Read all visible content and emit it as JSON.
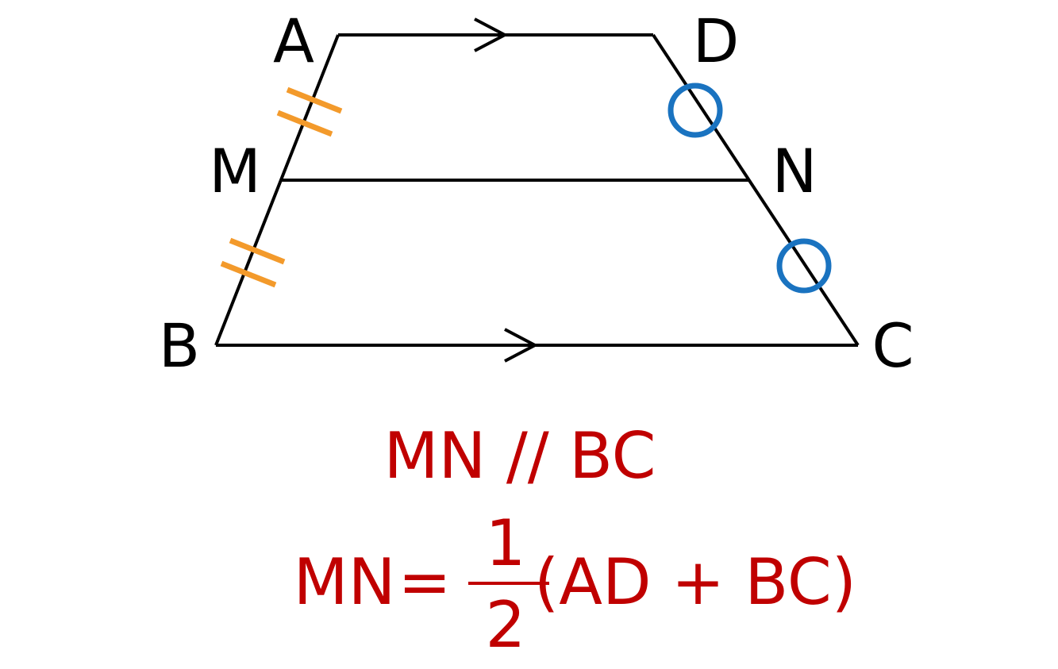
{
  "diagram": {
    "vertices": {
      "A": "A",
      "B": "B",
      "C": "C",
      "D": "D",
      "M": "M",
      "N": "N"
    },
    "formulas": {
      "parallel": "MN // BC",
      "length_lhs": "MN",
      "equals": "=",
      "numerator": "1",
      "denominator": "2",
      "length_rhs": "(AD + BC)"
    },
    "colors": {
      "lines": "#000000",
      "tick_marks": "#f39a2b",
      "circle_marks": "#1a73c0",
      "formula": "#c00000"
    }
  }
}
